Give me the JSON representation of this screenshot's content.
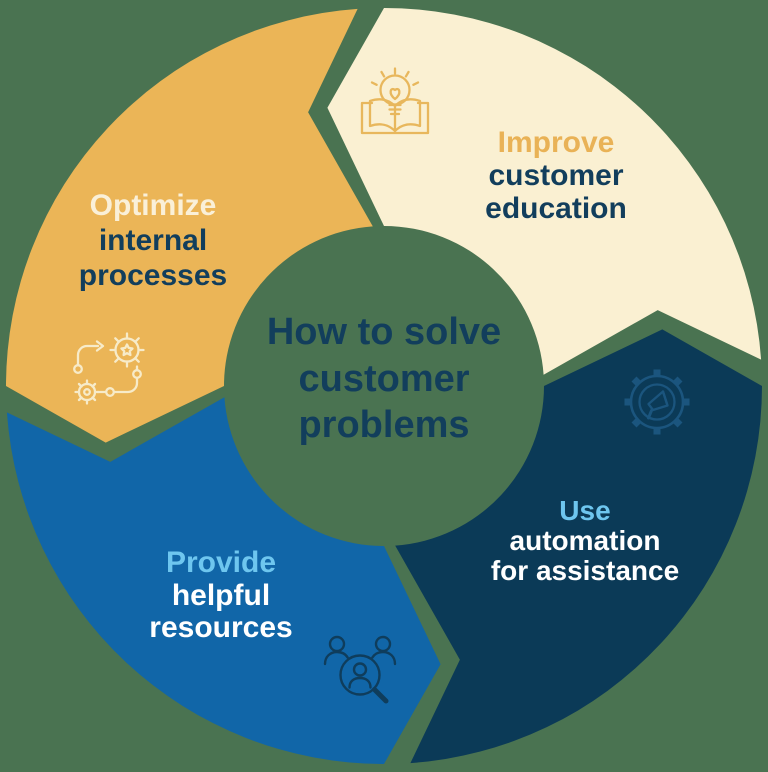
{
  "background_color": "#4A7351",
  "center_title": {
    "line1": "How to solve",
    "line2": "customer",
    "line3": "problems",
    "text_color": "#123E5C"
  },
  "segments": [
    {
      "name": "optimize-internal-processes",
      "highlight": "Optimize",
      "line1": "internal",
      "line2": "processes",
      "fill": "#EBB557",
      "highlight_color": "#FAF0D8",
      "text_color": "#123E5C",
      "icon": "process-flow-icon",
      "position": "top-left"
    },
    {
      "name": "improve-customer-education",
      "highlight": "Improve",
      "line1": "customer",
      "line2": "education",
      "fill": "#FAF0D2",
      "highlight_color": "#E9B256",
      "text_color": "#123E5C",
      "icon": "lightbulb-book-icon",
      "position": "top-right"
    },
    {
      "name": "use-automation-for-assistance",
      "highlight": "Use",
      "line1": "automation",
      "line2": "for assistance",
      "fill": "#0B3A57",
      "highlight_color": "#6EC6EF",
      "text_color": "#FFFFFF",
      "icon": "gear-megaphone-icon",
      "position": "bottom-right"
    },
    {
      "name": "provide-helpful-resources",
      "highlight": "Provide",
      "line1": "helpful",
      "line2": "resources",
      "fill": "#1166A8",
      "highlight_color": "#6EC6EF",
      "text_color": "#FFFFFF",
      "icon": "people-search-icon",
      "position": "bottom-left"
    }
  ]
}
